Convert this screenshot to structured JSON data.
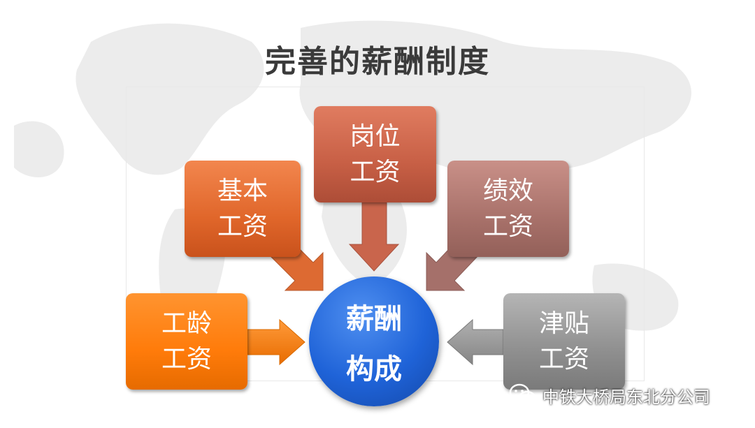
{
  "title": "完善的薪酬制度",
  "center": {
    "line1": "薪酬",
    "line2": "构成"
  },
  "boxes": {
    "jiben": {
      "line1": "基本",
      "line2": "工资"
    },
    "gangwei": {
      "line1": "岗位",
      "line2": "工资"
    },
    "jixiao": {
      "line1": "绩效",
      "line2": "工资"
    },
    "gongling": {
      "line1": "工龄",
      "line2": "工资"
    },
    "jintie": {
      "line1": "津贴",
      "line2": "工资"
    }
  },
  "watermark": {
    "text": "中铁大桥局东北分公司",
    "icon": "wechat-icon"
  },
  "colors": {
    "jiben": "#e0662a",
    "gangwei": "#c75f45",
    "jixiao": "#a8716a",
    "gongling": "#ff7b0a",
    "jintie": "#8f8f8f",
    "center": "#1f63d8"
  }
}
